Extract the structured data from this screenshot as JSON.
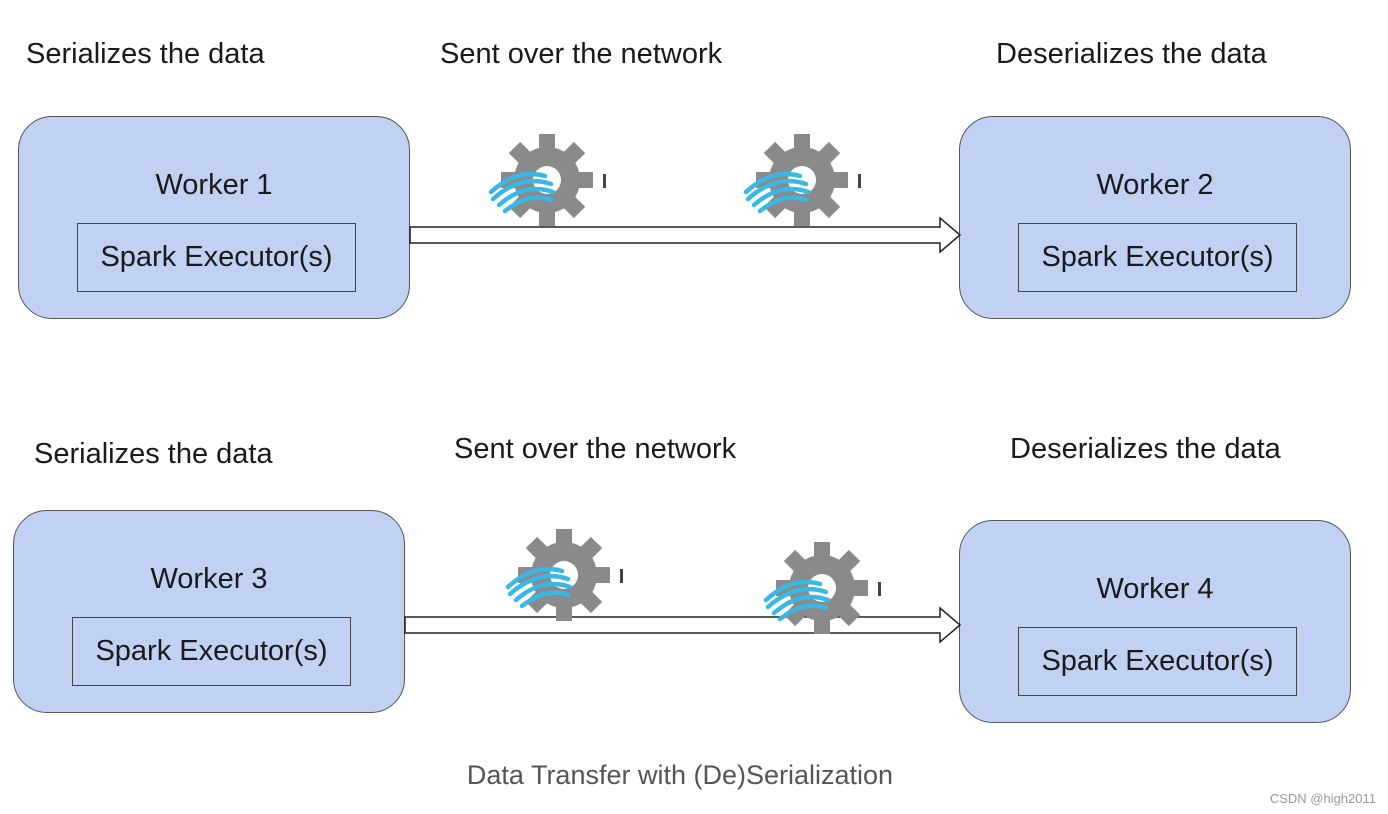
{
  "rows": [
    {
      "serialize_label": "Serializes the data",
      "network_label": "Sent over the network",
      "deserialize_label": "Deserializes the data",
      "sender": {
        "title": "Worker 1",
        "executor": "Spark Executor(s)"
      },
      "receiver": {
        "title": "Worker 2",
        "executor": "Spark Executor(s)"
      }
    },
    {
      "serialize_label": "Serializes the data",
      "network_label": "Sent over the network",
      "deserialize_label": "Deserializes the data",
      "sender": {
        "title": "Worker 3",
        "executor": "Spark Executor(s)"
      },
      "receiver": {
        "title": "Worker 4",
        "executor": "Spark Executor(s)"
      }
    }
  ],
  "caption": "Data Transfer with (De)Serialization",
  "watermark": "CSDN @high2011",
  "colors": {
    "worker_fill": "#c1d1f4",
    "gear": "#8a8a8a",
    "wave": "#39b8e6"
  },
  "icons": [
    "gear-icon",
    "wave-icon"
  ]
}
